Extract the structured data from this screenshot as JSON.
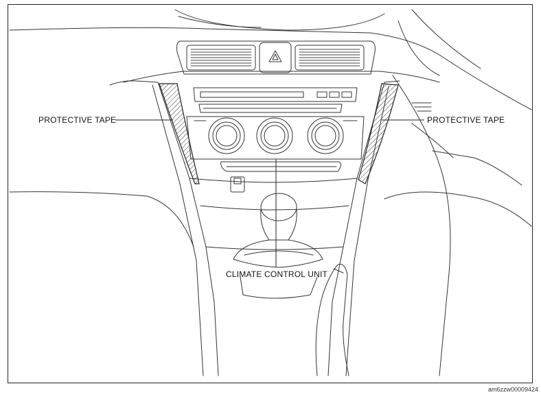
{
  "labels": {
    "protective_tape_left": "PROTECTIVE TAPE",
    "protective_tape_right": "PROTECTIVE TAPE",
    "climate_control_unit": "CLIMATE CONTROL UNIT"
  },
  "figure_code": "am6zzw00009424",
  "colors": {
    "line": "#222222",
    "background": "#ffffff"
  }
}
